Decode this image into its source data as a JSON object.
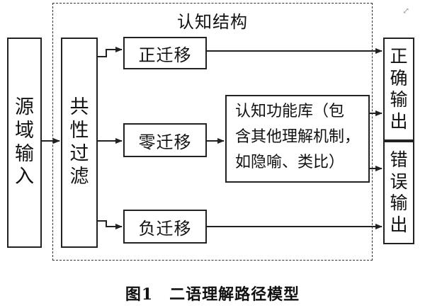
{
  "frame_title": "认知结构",
  "source_box": {
    "chars": [
      "源",
      "域",
      "输",
      "入"
    ]
  },
  "filter_box": {
    "chars": [
      "共",
      "性",
      "过",
      "滤"
    ]
  },
  "positive_transfer": "正迁移",
  "zero_transfer": "零迁移",
  "negative_transfer": "负迁移",
  "cognitive_library": {
    "lines": [
      "认知功能库（包",
      "含其他理解机制，",
      "如隐喻、类比）"
    ]
  },
  "correct_output": {
    "chars": [
      "正",
      "确",
      "输",
      "出"
    ]
  },
  "error_output": {
    "chars": [
      "错",
      "误",
      "输",
      "出"
    ]
  },
  "caption": "图1　二语理解路径模型",
  "corner_icon": "expand-icon"
}
